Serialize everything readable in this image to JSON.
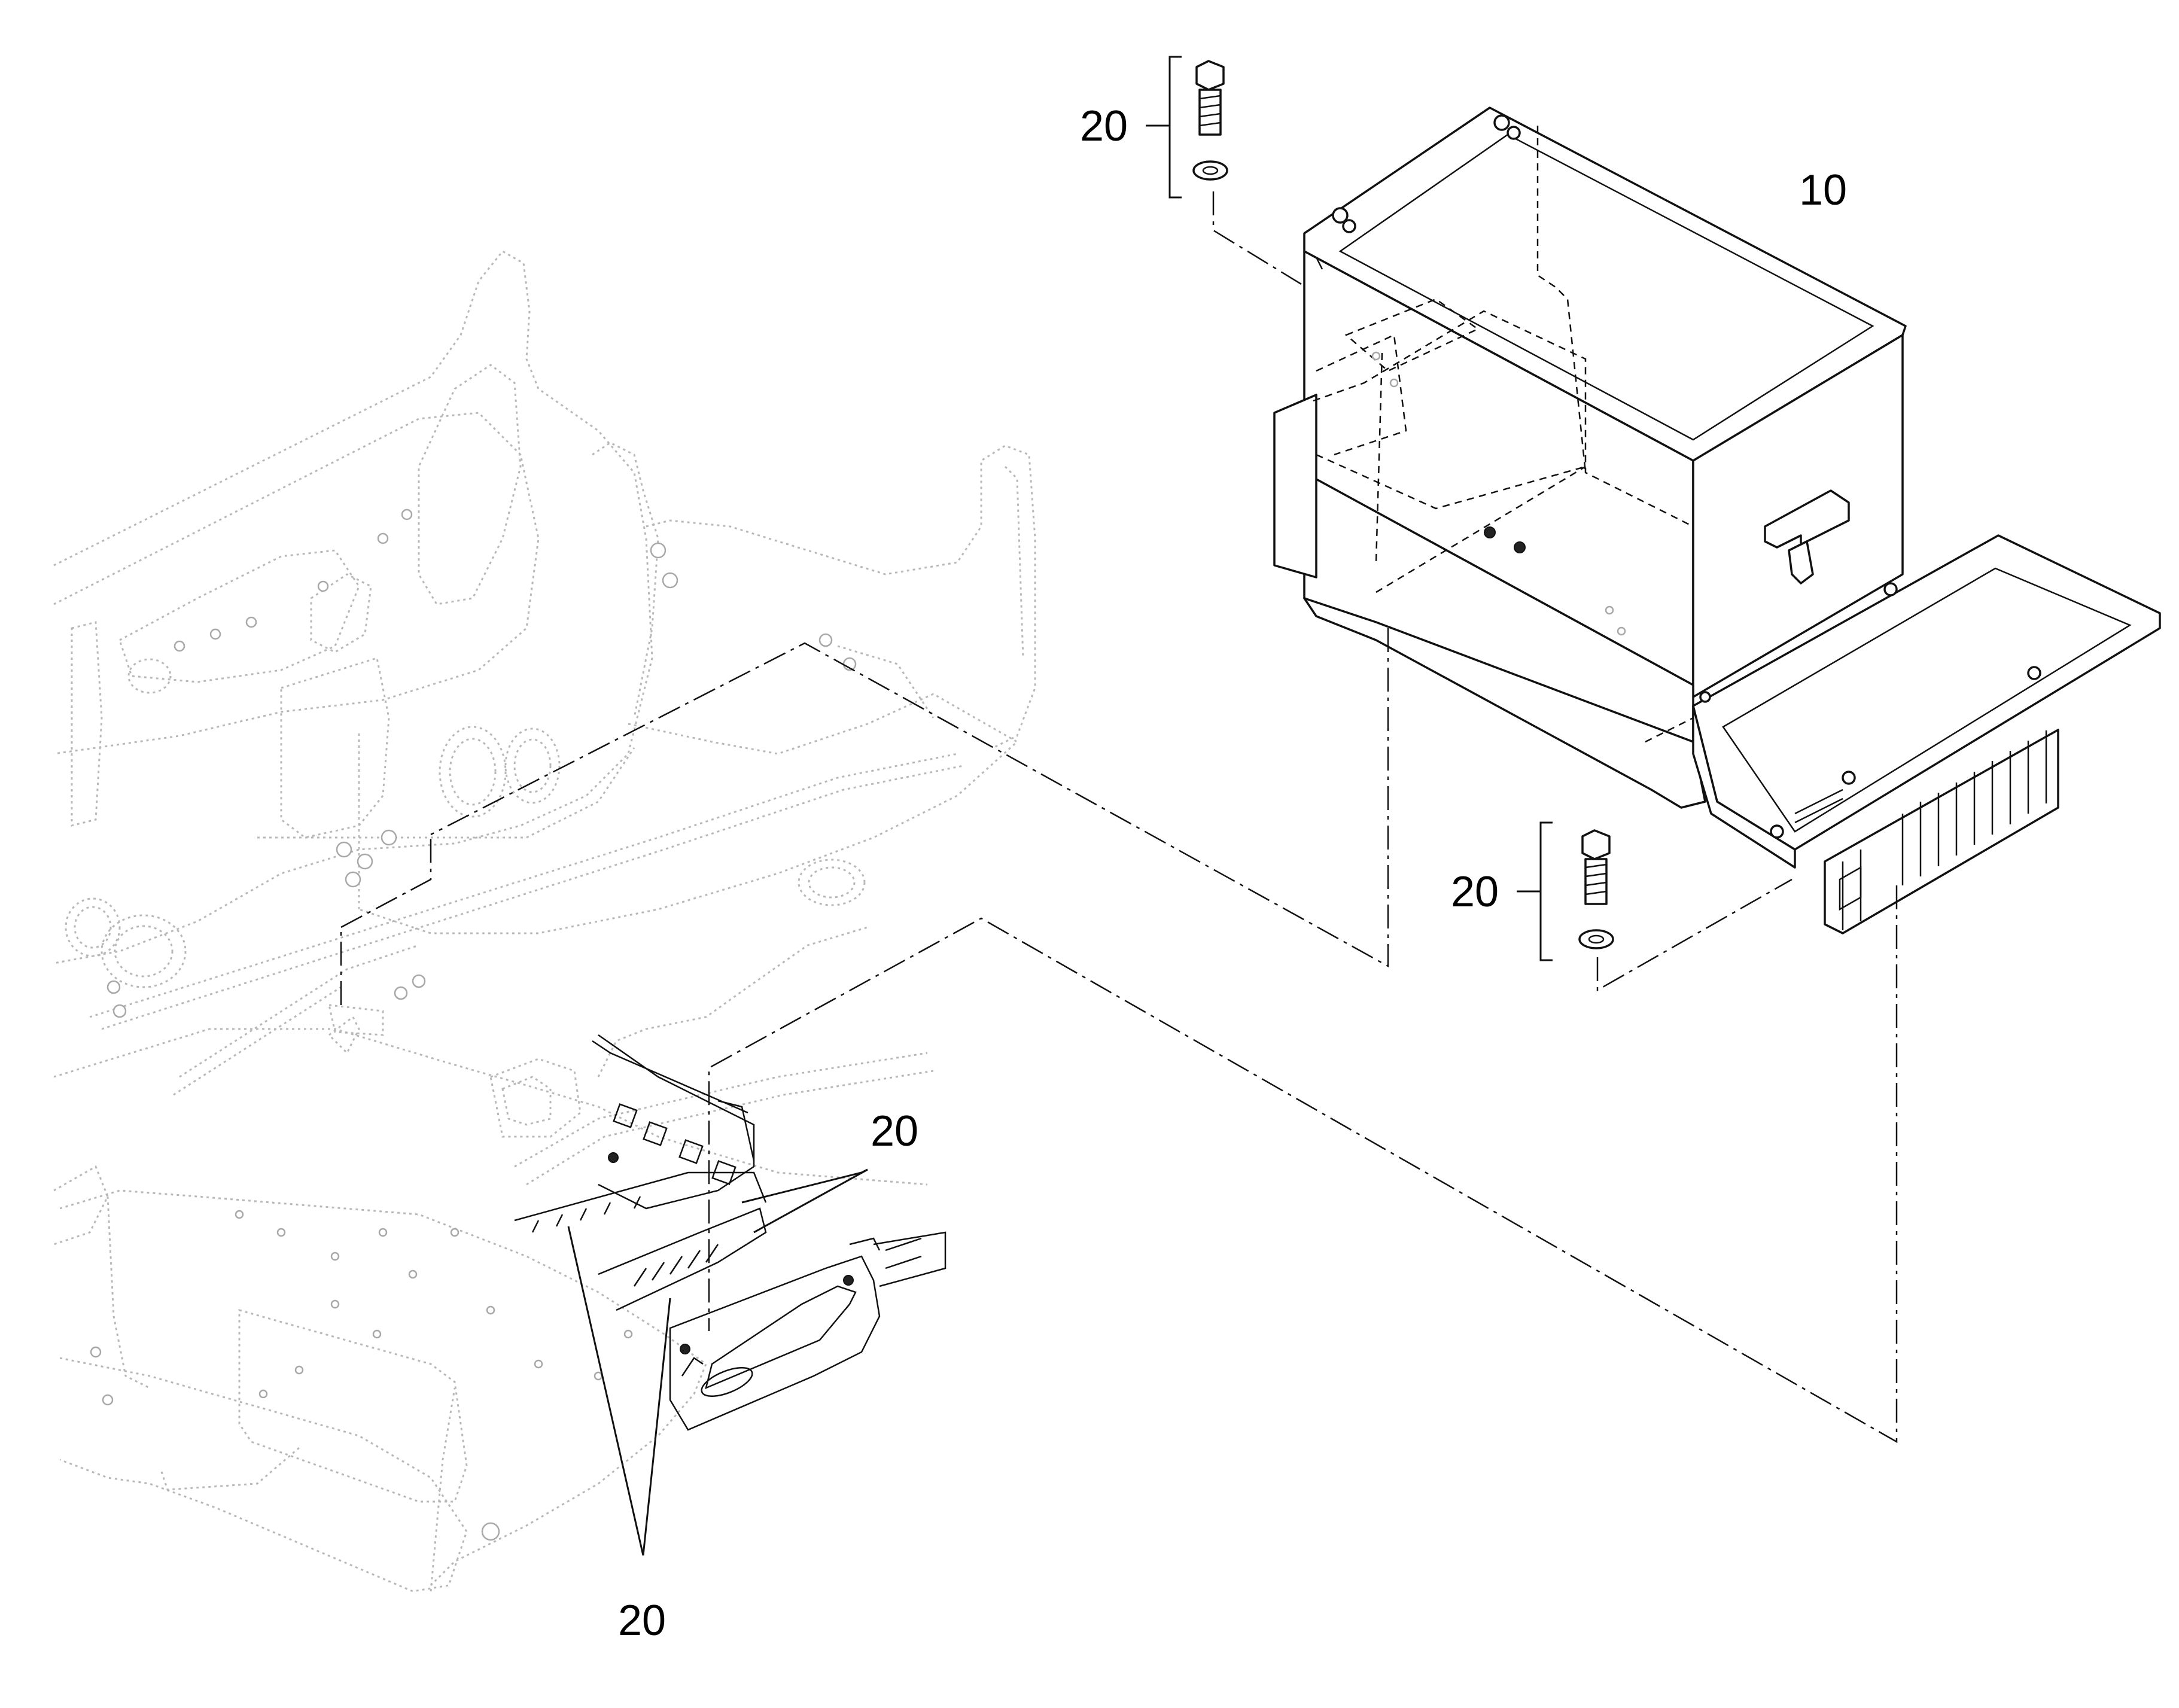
{
  "callouts": {
    "item_10": "10",
    "item_20_top": "20",
    "item_20_right": "20",
    "item_20_mid": "20",
    "item_20_bottom": "20"
  },
  "parts": [
    {
      "ref": "10",
      "icon": "battery-box-icon"
    },
    {
      "ref": "20",
      "icon": "bolt-washer-icon"
    }
  ]
}
